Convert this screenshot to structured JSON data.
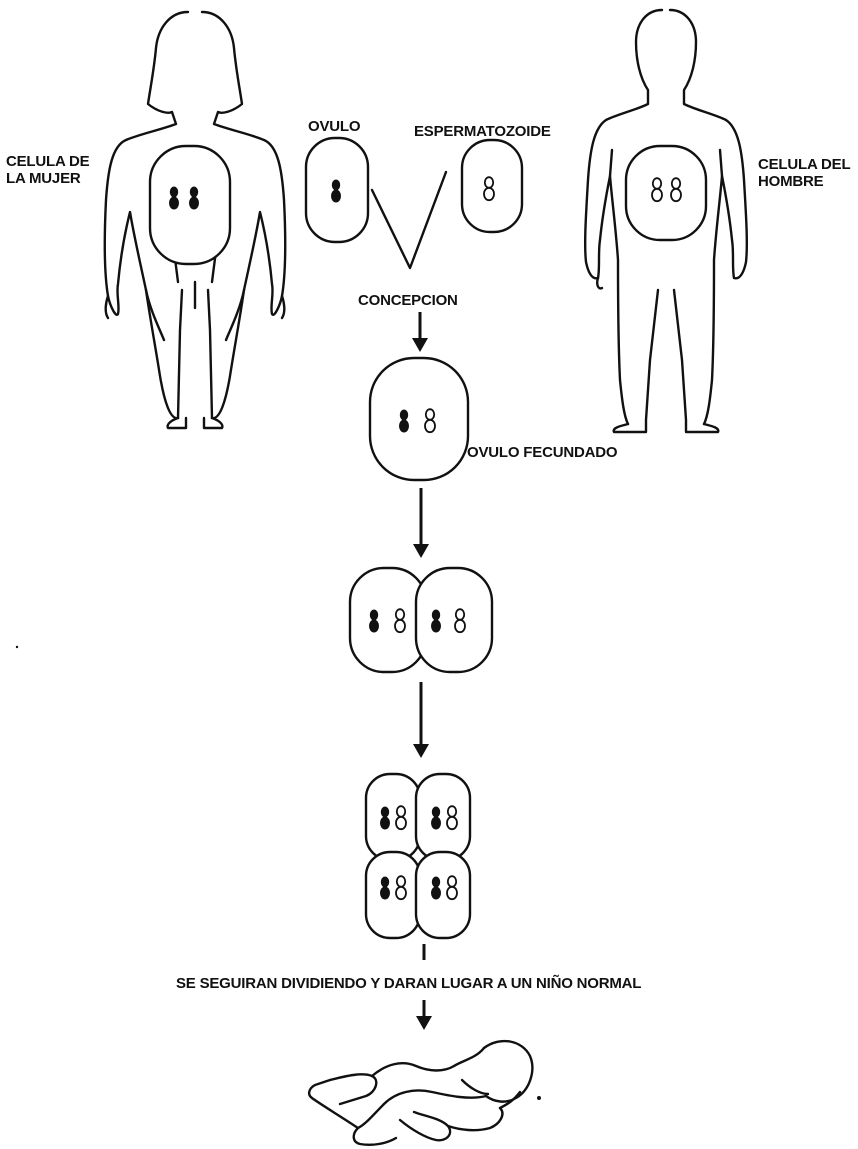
{
  "labels": {
    "woman_cell": [
      "CELULA DE",
      "LA MUJER"
    ],
    "man_cell": [
      "CELULA DEL",
      "HOMBRE"
    ],
    "ovum": "OVULO",
    "sperm": "ESPERMATOZOIDE",
    "conception": "CONCEPCION",
    "fertilized_ovum": "OVULO FECUNDADO",
    "caption": "SE SEGUIRAN DIVIDIENDO Y DARAN LUGAR A UN NIÑO NORMAL"
  },
  "colors": {
    "ink": "#111111",
    "background": "#ffffff"
  },
  "icons": [
    "woman-figure",
    "man-figure",
    "baby-figure"
  ]
}
